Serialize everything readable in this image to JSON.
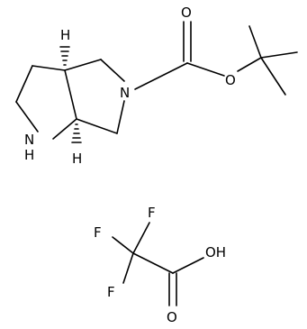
{
  "structure": {
    "molecule_1": {
      "atoms": {
        "n_ring": "N",
        "nh": "N",
        "nh_h": "H",
        "o_carbonyl": "O",
        "o_ester": "O",
        "h_stereo_top": "H",
        "h_stereo_bottom": "H"
      }
    },
    "molecule_2": {
      "atoms": {
        "f1": "F",
        "f2": "F",
        "f3": "F",
        "oh": "OH",
        "o_carbonyl": "O"
      }
    }
  },
  "colors": {
    "bond": "#000000",
    "label": "#000000",
    "background": "#ffffff"
  }
}
